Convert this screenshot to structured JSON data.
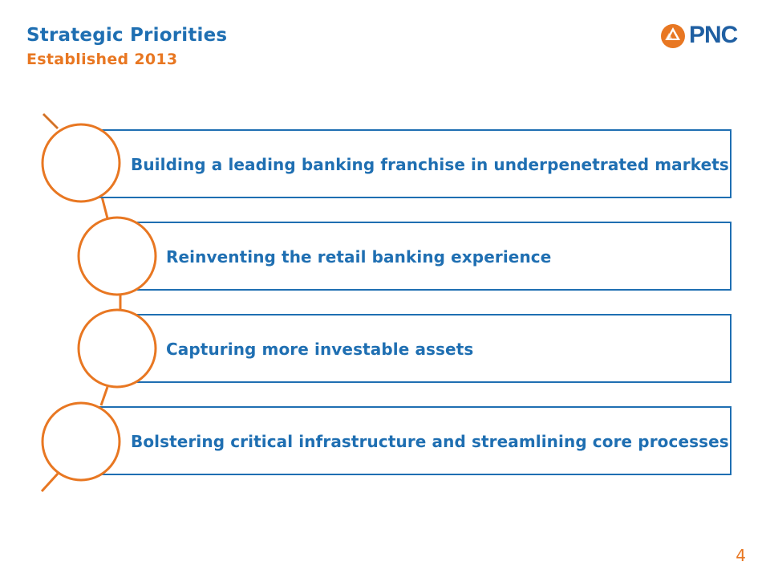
{
  "header": {
    "title": "Strategic Priorities",
    "subtitle": "Established 2013"
  },
  "logo": {
    "text": "PNC",
    "icon": "pnc-triangle-logo-icon"
  },
  "priorities": [
    {
      "label": "Building a leading banking franchise in underpenetrated markets"
    },
    {
      "label": "Reinventing the retail banking experience"
    },
    {
      "label": "Capturing more investable assets"
    },
    {
      "label": "Bolstering critical infrastructure and streamlining core processes"
    }
  ],
  "footer": {
    "page_number": "4"
  },
  "colors": {
    "brand_blue": "#1f6fb2",
    "accent_orange": "#e87722"
  }
}
